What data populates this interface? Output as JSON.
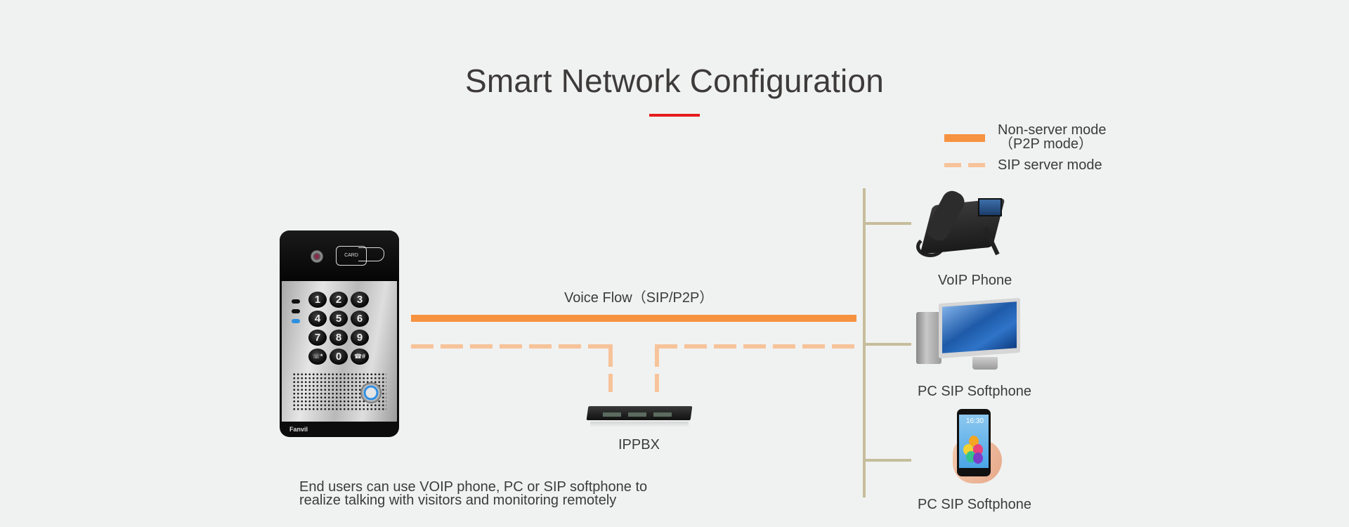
{
  "title": "Smart Network Configuration",
  "accent_color": "#e51c1c",
  "legend": {
    "items": [
      {
        "label_line1": "Non-server mode",
        "label_line2": "（P2P mode）",
        "style": "solid",
        "color": "#f69240"
      },
      {
        "label": "SIP server mode",
        "style": "dashed",
        "color": "#f7c39a"
      }
    ]
  },
  "flow_label": "Voice Flow（SIP/P2P）",
  "devices": {
    "door_phone": {
      "icon": "door-intercom-icon",
      "brand": "Fanvil",
      "card_text": "CARD",
      "keys": [
        "1",
        "2",
        "3",
        "4",
        "5",
        "6",
        "7",
        "8",
        "9",
        "☏*",
        "0",
        "☎#"
      ]
    },
    "ippbx": {
      "label": "IPPBX",
      "icon": "ippbx-server-icon"
    },
    "endpoints": [
      {
        "label": "VoIP Phone",
        "icon": "voip-desk-phone-icon"
      },
      {
        "label": "PC SIP Softphone",
        "icon": "desktop-computer-icon"
      },
      {
        "label": "PC SIP Softphone",
        "icon": "smartphone-in-hand-icon",
        "clock": "16:30"
      }
    ]
  },
  "description": {
    "line1": "End users can use VOIP phone, PC or SIP softphone to",
    "line2": "realize talking with visitors and monitoring remotely"
  },
  "colors": {
    "background": "#f0f2f1",
    "p2p_line": "#f69240",
    "sip_line": "#f7c39a",
    "bus_line": "#c6bd9b",
    "text": "#3b3b3b"
  }
}
